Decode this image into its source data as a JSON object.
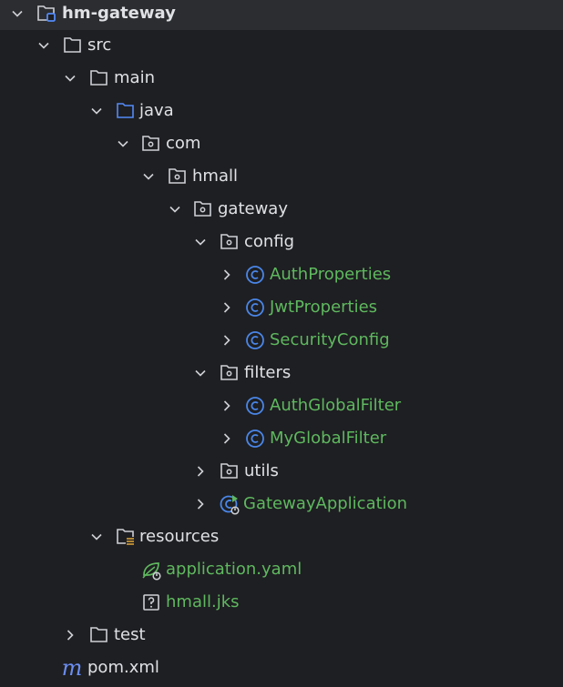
{
  "project_tree": {
    "root": {
      "label": "hm-gateway",
      "icon": "module-folder-icon"
    },
    "src": {
      "label": "src",
      "icon": "folder-icon"
    },
    "main": {
      "label": "main",
      "icon": "folder-icon"
    },
    "java": {
      "label": "java",
      "icon": "source-root-folder-icon"
    },
    "com": {
      "label": "com",
      "icon": "package-icon"
    },
    "hmall": {
      "label": "hmall",
      "icon": "package-icon"
    },
    "gateway": {
      "label": "gateway",
      "icon": "package-icon"
    },
    "config": {
      "label": "config",
      "icon": "package-icon"
    },
    "auth_properties": {
      "label": "AuthProperties",
      "icon": "class-icon"
    },
    "jwt_properties": {
      "label": "JwtProperties",
      "icon": "class-icon"
    },
    "security_config": {
      "label": "SecurityConfig",
      "icon": "class-icon"
    },
    "filters": {
      "label": "filters",
      "icon": "package-icon"
    },
    "auth_global_filter": {
      "label": "AuthGlobalFilter",
      "icon": "class-icon"
    },
    "my_global_filter": {
      "label": "MyGlobalFilter",
      "icon": "class-icon"
    },
    "utils": {
      "label": "utils",
      "icon": "package-icon"
    },
    "gateway_application": {
      "label": "GatewayApplication",
      "icon": "spring-boot-app-icon"
    },
    "resources": {
      "label": "resources",
      "icon": "resources-folder-icon"
    },
    "application_yaml": {
      "label": "application.yaml",
      "icon": "spring-yaml-icon"
    },
    "hmall_jks": {
      "label": "hmall.jks",
      "icon": "unknown-file-icon"
    },
    "test": {
      "label": "test",
      "icon": "folder-icon"
    },
    "pom": {
      "label": "pom.xml",
      "icon": "maven-icon",
      "icon_glyph": "m"
    }
  },
  "colors": {
    "background": "#1e1f22",
    "text": "#dfe1e5",
    "class_text": "#5fb85f",
    "class_icon": "#4a86e8",
    "folder_stroke": "#ced0d6",
    "source_root_blue": "#548af7"
  }
}
